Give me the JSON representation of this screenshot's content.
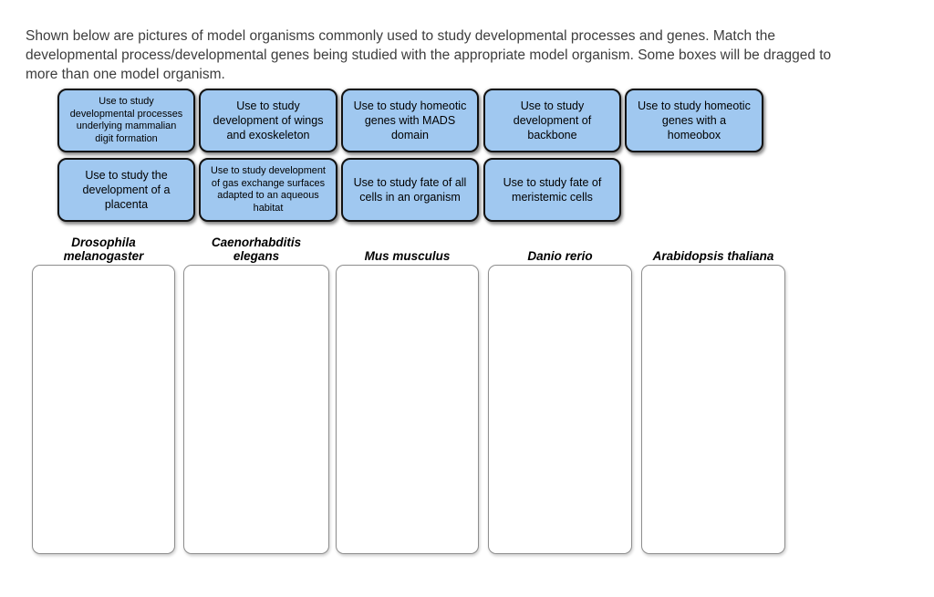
{
  "instructions": "Shown below are pictures of model organisms commonly used to study developmental processes and genes. Match the\ndevelopmental process/developmental genes being studied with the appropriate model organism. Some boxes will be dragged to\nmore than one model organism.",
  "tiles": [
    {
      "label": "Use to study\ndevelopmental processes\nunderlying mammalian\ndigit formation"
    },
    {
      "label": "Use to study\ndevelopment of wings\nand exoskeleton"
    },
    {
      "label": "Use to study homeotic\ngenes with MADS\ndomain"
    },
    {
      "label": "Use to study\ndevelopment of\nbackbone"
    },
    {
      "label": "Use to study homeotic\ngenes with a\nhomeobox"
    },
    {
      "label": "Use to study the\ndevelopment of a\nplacenta"
    },
    {
      "label": "Use to study development\nof gas exchange surfaces\nadapted to an aqueous\nhabitat"
    },
    {
      "label": "Use to study fate of all\ncells in an organism"
    },
    {
      "label": "Use to study fate of\nmeristemic cells"
    }
  ],
  "organisms": [
    {
      "name": "Drosophila\nmelanogaster"
    },
    {
      "name": "Caenorhabditis\nelegans"
    },
    {
      "name": "Mus musculus"
    },
    {
      "name": "Danio rerio"
    },
    {
      "name": "Arabidopsis thaliana"
    }
  ],
  "colors": {
    "tile_fill": "#A0C8F0",
    "tile_border": "#111111",
    "zone_border": "#8E8E8E",
    "instructions_text": "#3D3D3D"
  }
}
